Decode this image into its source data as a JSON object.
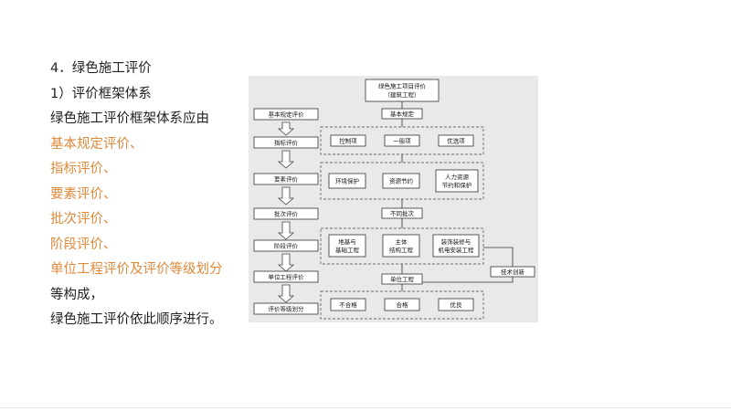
{
  "text": {
    "heading": "4．绿色施工评价",
    "subheading": "1）评价框架体系",
    "intro": "绿色施工评价框架体系应由",
    "items": [
      "基本规定评价、",
      "指标评价、",
      "要素评价、",
      "批次评价、",
      "阶段评价、",
      "单位工程评价及评价等级划分"
    ],
    "tail": "等构成，",
    "conclusion": "绿色施工评价依此顺序进行。"
  },
  "colors": {
    "text": "#1f1f1f",
    "accent": "#e08a3a",
    "figure_bg": "#e9e9e9"
  },
  "diagram": {
    "left_steps": [
      "基本规定评价",
      "指标评价",
      "要素评价",
      "批次评价",
      "阶段评价",
      "单位工程评价",
      "评价等级划分"
    ],
    "top_line1": "绿色施工项目评价",
    "top_line2": "（建筑工程）",
    "basic": "基本规定",
    "indicator_items": [
      "控制项",
      "一般项",
      "优选项"
    ],
    "element_items": [
      "环境保护",
      "资源节约"
    ],
    "element_item3_line1": "人力资源",
    "element_item3_line2": "节约和保护",
    "batch": "不同批次",
    "stage_items": [
      {
        "line1": "地基与",
        "line2": "基础工程"
      },
      {
        "line1": "主体",
        "line2": "结构工程"
      },
      {
        "line1": "装饰装修与",
        "line2": "机电安装工程"
      }
    ],
    "innovation": "技术创新",
    "unit": "单位工程",
    "grades": [
      "不合格",
      "合格",
      "优良"
    ]
  }
}
